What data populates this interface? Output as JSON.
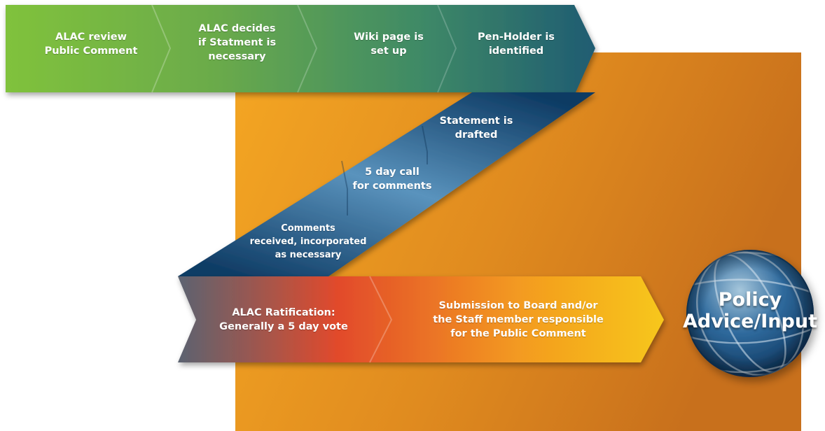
{
  "steps": {
    "s1": "ALAC review\nPublic Comment",
    "s2": "ALAC decides\nif Statment is\nnecessary",
    "s3": "Wiki page is\nset up",
    "s4": "Pen-Holder is\nidentified",
    "s5": "Statement is\ndrafted",
    "s6": "5 day call\nfor comments",
    "s7": "Comments\nreceived, incorporated\nas necessary",
    "s8": "ALAC Ratification:\nGenerally a 5 day vote",
    "s9": "Submission to Board and/or\nthe Staff member responsible\nfor the Public Comment"
  },
  "outcome": {
    "label": "Policy\nAdvice/Input",
    "icon": "globe-icon"
  },
  "colors": {
    "orange_light": "#f2a323",
    "orange_dark": "#c9701d",
    "green": "#7cbc3c",
    "teal": "#2d6f70",
    "navy": "#0d3d66",
    "steel_blue": "#5890b8",
    "gray": "#5f6672",
    "red_orange": "#e5502a",
    "yellow": "#f6c21c"
  }
}
